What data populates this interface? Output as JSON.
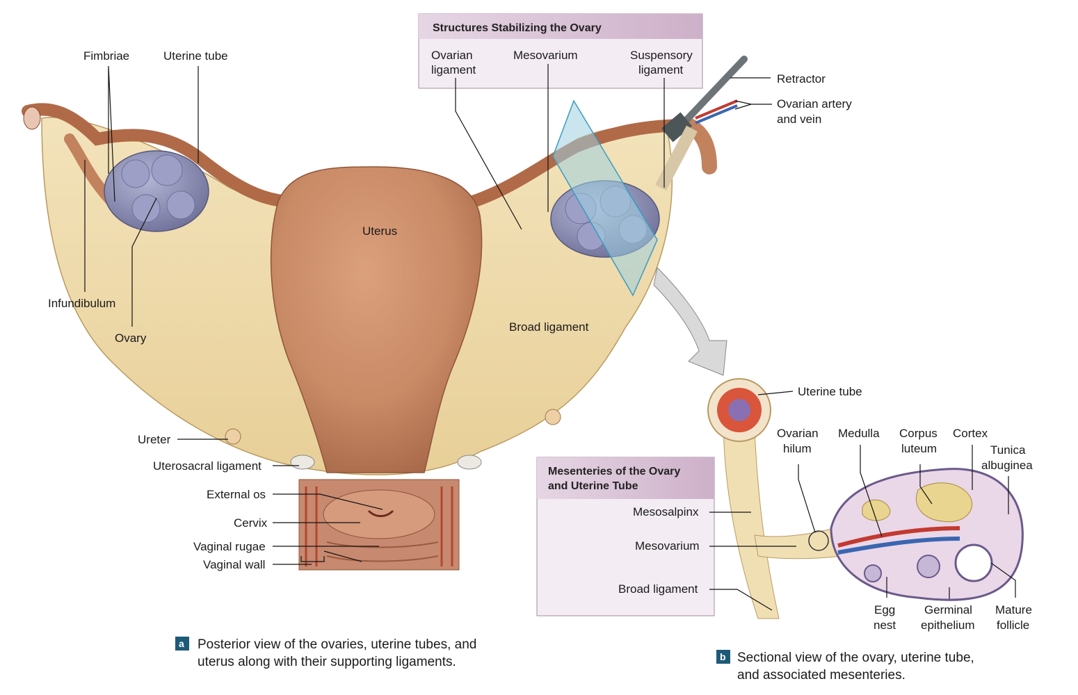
{
  "box_top": {
    "title": "Structures Stabilizing the Ovary",
    "ovarian_ligament": [
      "Ovarian",
      "ligament"
    ],
    "mesovarium": "Mesovarium",
    "suspensory_ligament": [
      "Suspensory",
      "ligament"
    ]
  },
  "panel_a": {
    "fimbriae": "Fimbriae",
    "uterine_tube": "Uterine tube",
    "infundibulum": "Infundibulum",
    "ovary": "Ovary",
    "uterus": "Uterus",
    "broad_ligament": "Broad ligament",
    "retractor": "Retractor",
    "ovarian_artery_vein": [
      "Ovarian artery",
      "and vein"
    ],
    "ureter": "Ureter",
    "uterosacral_ligament": "Uterosacral ligament",
    "external_os": "External os",
    "cervix": "Cervix",
    "vaginal_rugae": "Vaginal rugae",
    "vaginal_wall": "Vaginal wall",
    "badge": "a",
    "caption": [
      "Posterior view of the ovaries, uterine tubes, and",
      "uterus along with their supporting ligaments."
    ]
  },
  "box_bottom": {
    "title": [
      "Mesenteries of the Ovary",
      "and Uterine Tube"
    ],
    "mesosalpinx": "Mesosalpinx",
    "mesovarium": "Mesovarium",
    "broad_ligament": "Broad ligament"
  },
  "panel_b": {
    "uterine_tube": "Uterine tube",
    "ovarian_hilum": [
      "Ovarian",
      "hilum"
    ],
    "medulla": "Medulla",
    "corpus_luteum": [
      "Corpus",
      "luteum"
    ],
    "cortex": "Cortex",
    "tunica_albuginea": [
      "Tunica",
      "albuginea"
    ],
    "egg_nest": [
      "Egg",
      "nest"
    ],
    "germinal_epithelium": [
      "Germinal",
      "epithelium"
    ],
    "mature_follicle": [
      "Mature",
      "follicle"
    ],
    "badge": "b",
    "caption": [
      "Sectional view of the ovary, uterine tube,",
      "and associated mesenteries."
    ]
  },
  "colors": {
    "uterus": "#c98a66",
    "ligament": "#f0dcae",
    "ovary": "#8d8fb8",
    "box_bg": "#f2ecf2",
    "box_header": "#d9c3d6",
    "badge": "#1e5a78",
    "plane": "#9fd0e0"
  }
}
